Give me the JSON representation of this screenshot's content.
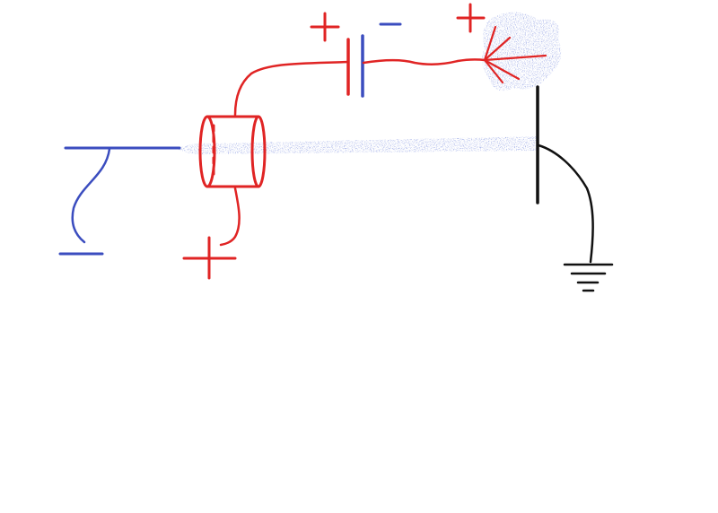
{
  "colors": {
    "background": "#ffffff",
    "positive": "#e02424",
    "negative": "#3b4dbf",
    "ground": "#111111",
    "beam": "#4a5cc4"
  },
  "components": {
    "cathode_wire": "wire",
    "anode_wire": "wire",
    "cylinder": "cylinder",
    "capacitor": "capacitor",
    "target_plate": "plate",
    "ground_symbol": "ground-icon",
    "electron_beam": "beam",
    "scatter_cloud": "cloud"
  },
  "polarity_signs": {
    "cathode_terminal": "-",
    "anode_terminal": "+",
    "capacitor_left": "+",
    "capacitor_right": "-",
    "cloud_terminal": "+"
  }
}
